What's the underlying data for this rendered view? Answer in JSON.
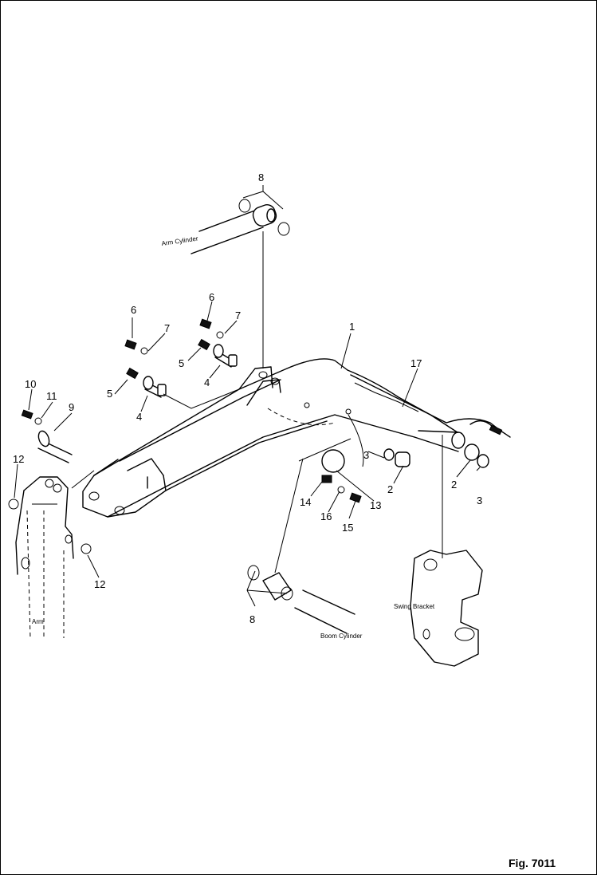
{
  "figure": {
    "label": "Fig. 7011"
  },
  "component_labels": {
    "arm_cylinder": "Arm Cylinder",
    "boom_cylinder": "Boom Cylinder",
    "swing_bracket": "Swing Bracket",
    "arm": "Arm"
  },
  "part_callouts": [
    "1",
    "2",
    "2",
    "3",
    "3",
    "4",
    "4",
    "5",
    "5",
    "6",
    "6",
    "7",
    "7",
    "8",
    "8",
    "9",
    "10",
    "11",
    "12",
    "12",
    "13",
    "14",
    "15",
    "16",
    "17"
  ]
}
